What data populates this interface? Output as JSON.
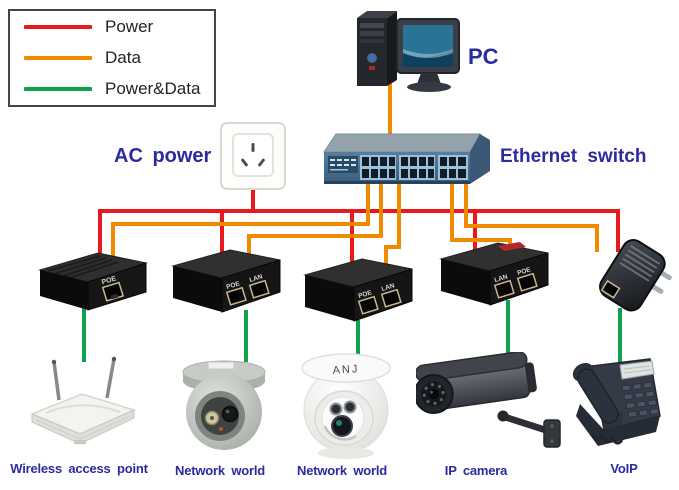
{
  "colors": {
    "power": "#e8191d",
    "data": "#f28a00",
    "power_and_data": "#0fa14b",
    "device_label": "#2b2ba0"
  },
  "legend": {
    "items": [
      {
        "label": "Power",
        "color": "#e8191d"
      },
      {
        "label": "Data",
        "color": "#f28a00"
      },
      {
        "label": "Power&Data",
        "color": "#0fa14b"
      }
    ]
  },
  "nodes": {
    "pc_label": "PC",
    "ac_power_label": "AC power",
    "ethernet_switch_label": "Ethernet switch"
  },
  "injectors": [
    {
      "ports": [
        "POE"
      ]
    },
    {
      "ports": [
        "POE",
        "LAN"
      ]
    },
    {
      "ports": [
        "POE",
        "LAN"
      ]
    },
    {
      "ports": [
        "LAN",
        "POE"
      ]
    },
    {
      "ports": []
    }
  ],
  "camera_brand": "ANJ",
  "endpoints": [
    {
      "label": "Wireless access point"
    },
    {
      "label": "Network world"
    },
    {
      "label": "Network world"
    },
    {
      "label": "IP camera"
    },
    {
      "label": "VoIP"
    }
  ]
}
